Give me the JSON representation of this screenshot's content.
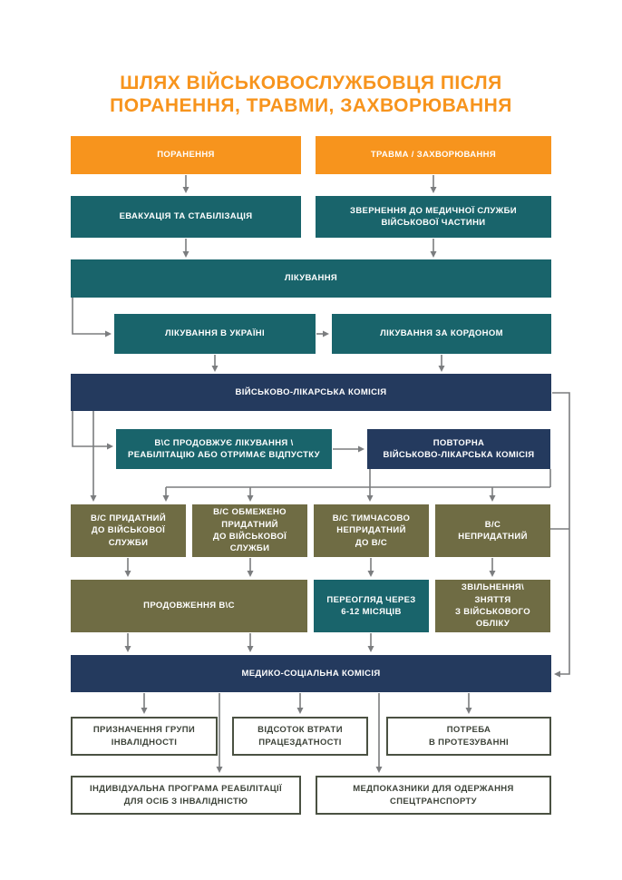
{
  "title": {
    "lines": [
      "ШЛЯХ ВІЙСЬКОВОСЛУЖБОВЦЯ ПІСЛЯ",
      "ПОРАНЕННЯ, ТРАВМИ, ЗАХВОРЮВАННЯ"
    ]
  },
  "palette": {
    "orange": "#F7941D",
    "teal": "#19646B",
    "navy": "#243A5E",
    "olive": "#6F6C44",
    "arrow": "#7B7D7F",
    "outline-border": "#4A5142",
    "outline-text": "#3D4339"
  },
  "nodes": {
    "wound": {
      "lines": [
        "ПОРАНЕННЯ"
      ]
    },
    "trauma": {
      "lines": [
        "ТРАВМА / ЗАХВОРЮВАННЯ"
      ]
    },
    "evacuation": {
      "lines": [
        "ЕВАКУАЦІЯ ТА СТАБІЛІЗАЦІЯ"
      ]
    },
    "medical_service": {
      "lines": [
        "ЗВЕРНЕННЯ ДО МЕДИЧНОЇ СЛУЖБИ",
        "ВІЙСЬКОВОЇ ЧАСТИНИ"
      ]
    },
    "treatment": {
      "lines": [
        "ЛІКУВАННЯ"
      ]
    },
    "treatment_ukraine": {
      "lines": [
        "ЛІКУВАННЯ В УКРАЇНІ"
      ]
    },
    "treatment_abroad": {
      "lines": [
        "ЛІКУВАННЯ ЗА КОРДОНОМ"
      ]
    },
    "military_medical_commission": {
      "lines": [
        "ВІЙСЬКОВО-ЛІКАРСЬКА КОМІСІЯ"
      ]
    },
    "continues_treatment": {
      "lines": [
        "В\\С ПРОДОВЖУЄ ЛІКУВАННЯ \\",
        "РЕАБІЛІТАЦІЮ АБО ОТРИМАЄ ВІДПУСТКУ"
      ]
    },
    "repeat_commission": {
      "lines": [
        "ПОВТОРНА",
        "ВІЙСЬКОВО-ЛІКАРСЬКА КОМІСІЯ"
      ]
    },
    "fit": {
      "lines": [
        "В/С ПРИДАТНИЙ",
        "ДО ВІЙСЬКОВОЇ",
        "СЛУЖБИ"
      ]
    },
    "partially_fit": {
      "lines": [
        "В/С ОБМЕЖЕНО",
        "ПРИДАТНИЙ",
        "ДО ВІЙСЬКОВОЇ",
        "СЛУЖБИ"
      ]
    },
    "temporarily_unfit": {
      "lines": [
        "В/С ТИМЧАСОВО",
        "НЕПРИДАТНИЙ",
        "ДО В/С"
      ]
    },
    "unfit": {
      "lines": [
        "В/С",
        "НЕПРИДАТНИЙ"
      ]
    },
    "service_continuation": {
      "lines": [
        "ПРОДОВЖЕННЯ В\\С"
      ]
    },
    "reexamination": {
      "lines": [
        "ПЕРЕОГЛЯД ЧЕРЕЗ",
        "6-12 МІСЯЦІВ"
      ]
    },
    "discharge": {
      "lines": [
        "ЗВІЛЬНЕННЯ\\",
        "ЗНЯТТЯ",
        "З ВІЙСЬКОВОГО",
        "ОБЛІКУ"
      ]
    },
    "medico_social_commission": {
      "lines": [
        "МЕДИКО-СОЦІАЛЬНА КОМІСІЯ"
      ]
    },
    "disability_group": {
      "lines": [
        "ПРИЗНАЧЕННЯ ГРУПИ",
        "ІНВАЛІДНОСТІ"
      ]
    },
    "capacity_loss": {
      "lines": [
        "ВІДСОТОК ВТРАТИ",
        "ПРАЦЕЗДАТНОСТІ"
      ]
    },
    "prosthetics_need": {
      "lines": [
        "ПОТРЕБА",
        "В ПРОТЕЗУВАННІ"
      ]
    },
    "rehab_program": {
      "lines": [
        "ІНДИВІДУАЛЬНА ПРОГРАМА РЕАБІЛІТАЦІЇ",
        "ДЛЯ ОСІБ З ІНВАЛІДНІСТЮ"
      ]
    },
    "med_transport": {
      "lines": [
        "МЕДПОКАЗНИКИ ДЛЯ ОДЕРЖАННЯ",
        "СПЕЦТРАНСПОРТУ"
      ]
    }
  }
}
